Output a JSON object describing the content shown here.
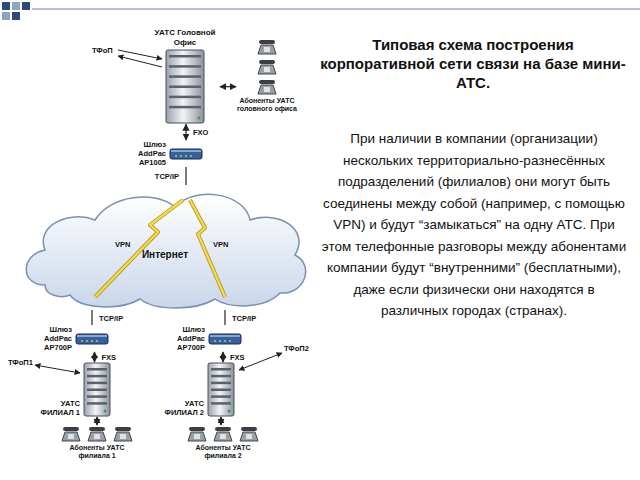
{
  "diagram": {
    "title": "Типовая схема построения корпоративной сети связи на базе мини-АТС.",
    "nodes": [
      {
        "text": [
          "УАТС Головной Офис"
        ]
      },
      {
        "text": [
          "Абоненты УАТС головного офиса"
        ]
      },
      {
        "text": [
          "Шлюз AddPac AP1005"
        ]
      },
      {
        "text": [
          "Интернет"
        ]
      },
      {
        "text": [
          "Шлюз AddPac AP700P"
        ]
      },
      {
        "text": [
          "УАТС ФИЛИАЛ 1"
        ]
      },
      {
        "text": [
          "Абоненты УАТС филиала 1"
        ]
      },
      {
        "text": [
          "Шлюз AddPac AP700P"
        ]
      },
      {
        "text": [
          "УАТС ФИЛИАЛ 2"
        ]
      },
      {
        "text": [
          "Абоненты УАТС филиала 2"
        ]
      }
    ],
    "edges": [
      {
        "from": 0,
        "to": 1,
        "arrow": "both"
      },
      {
        "from": 0,
        "to": 2,
        "label": "FXO",
        "arrow": "both"
      },
      {
        "from": 2,
        "to": 3,
        "label": "TCP/IP",
        "arrow": "none"
      },
      {
        "from": 3,
        "to": 4,
        "label": "TCP/IP",
        "arrow": "none"
      },
      {
        "from": 4,
        "to": 5,
        "label": "FXS",
        "arrow": "both"
      },
      {
        "from": 5,
        "to": 6,
        "arrow": "both"
      },
      {
        "from": 3,
        "to": 7,
        "label": "TCP/IP",
        "arrow": "none"
      },
      {
        "from": 7,
        "to": 8,
        "label": "FXS",
        "arrow": "both"
      },
      {
        "from": 8,
        "to": 9,
        "arrow": "both"
      }
    ],
    "labels": [
      "ТФоП",
      "VPN",
      "VPN",
      "ТФоП1",
      "ТФоП2",
      "При наличии в компании (организации) нескольких территориально-разнесённых подразделений (филиалов) они могут быть соединены между собой (например, с помощью VPN) и будут “замыкаться” на одну АТС. При этом телефонные разговоры между абонентами компании будут “внутренними” (бесплатными), даже если физически они находятся в различных городах (странах)."
    ]
  }
}
